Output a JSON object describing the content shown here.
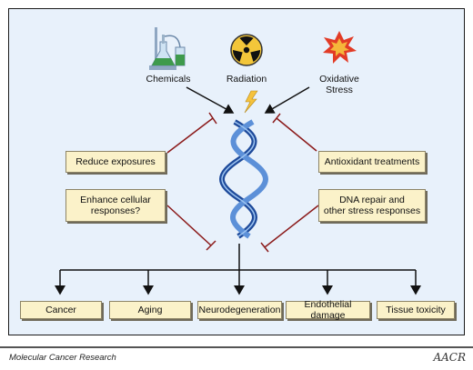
{
  "sources": {
    "chemicals": "Chemicals",
    "radiation": "Radiation",
    "oxidative_stress_line1": "Oxidative",
    "oxidative_stress_line2": "Stress"
  },
  "interventions": {
    "reduce_exposures": "Reduce exposures",
    "enhance_line1": "Enhance cellular",
    "enhance_line2": "responses?",
    "antioxidant": "Antioxidant treatments",
    "dna_repair_line1": "DNA repair and",
    "dna_repair_line2": "other stress responses"
  },
  "outcomes": [
    "Cancer",
    "Aging",
    "Neurodegeneration",
    "Endothelial damage",
    "Tissue toxicity"
  ],
  "footer": {
    "journal": "Molecular Cancer Research",
    "logo": "AACR"
  },
  "colors": {
    "panel_bg": "#e8f1fb",
    "box_fill": "#fbf2c9",
    "inhibit_line": "#8b1a1a",
    "arrow": "#111111",
    "dna": "#2a5bb0"
  }
}
